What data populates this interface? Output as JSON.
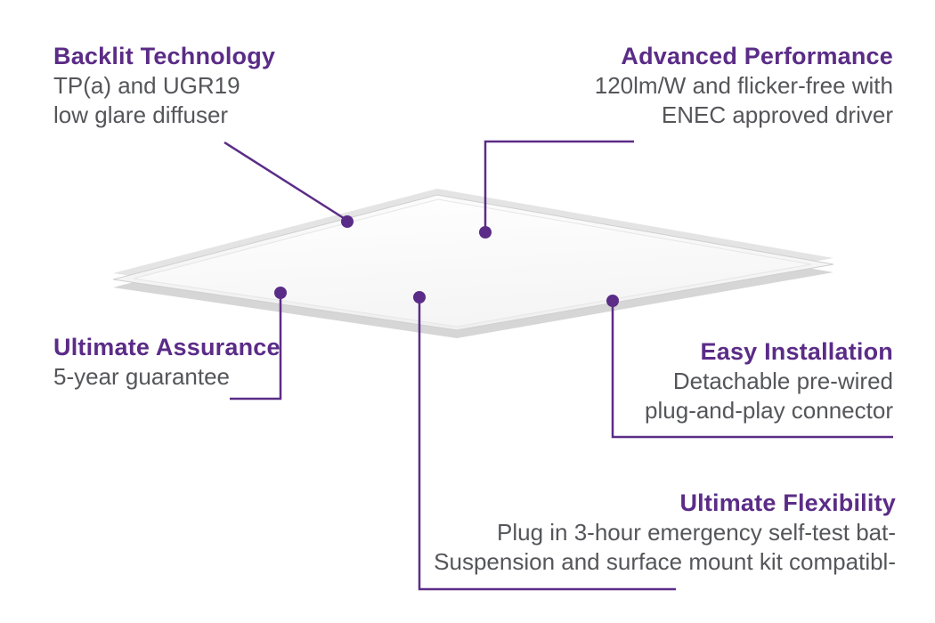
{
  "colors": {
    "accent": "#5b2c87",
    "body_text": "#55565a",
    "panel_face_light": "#fdfdfd",
    "panel_face_dark": "#eeeeee",
    "panel_edge": "#d4d4d4"
  },
  "callouts": {
    "backlit": {
      "title": "Backlit Technology",
      "lines": [
        "TP(a) and UGR19",
        "low glare diffuser"
      ]
    },
    "advanced": {
      "title": "Advanced Performance",
      "lines": [
        "120lm/W and flicker-free with",
        "ENEC approved driver"
      ]
    },
    "assurance": {
      "title": "Ultimate Assurance",
      "lines": [
        "5-year guarantee"
      ]
    },
    "easy": {
      "title": "Easy Installation",
      "lines": [
        "Detachable pre-wired",
        "plug-and-play connector"
      ]
    },
    "flexibility": {
      "title": "Ultimate Flexibility",
      "lines": [
        "Plug in 3-hour emergency self-test bat-",
        "Suspension and surface mount kit compatibl-"
      ]
    }
  }
}
